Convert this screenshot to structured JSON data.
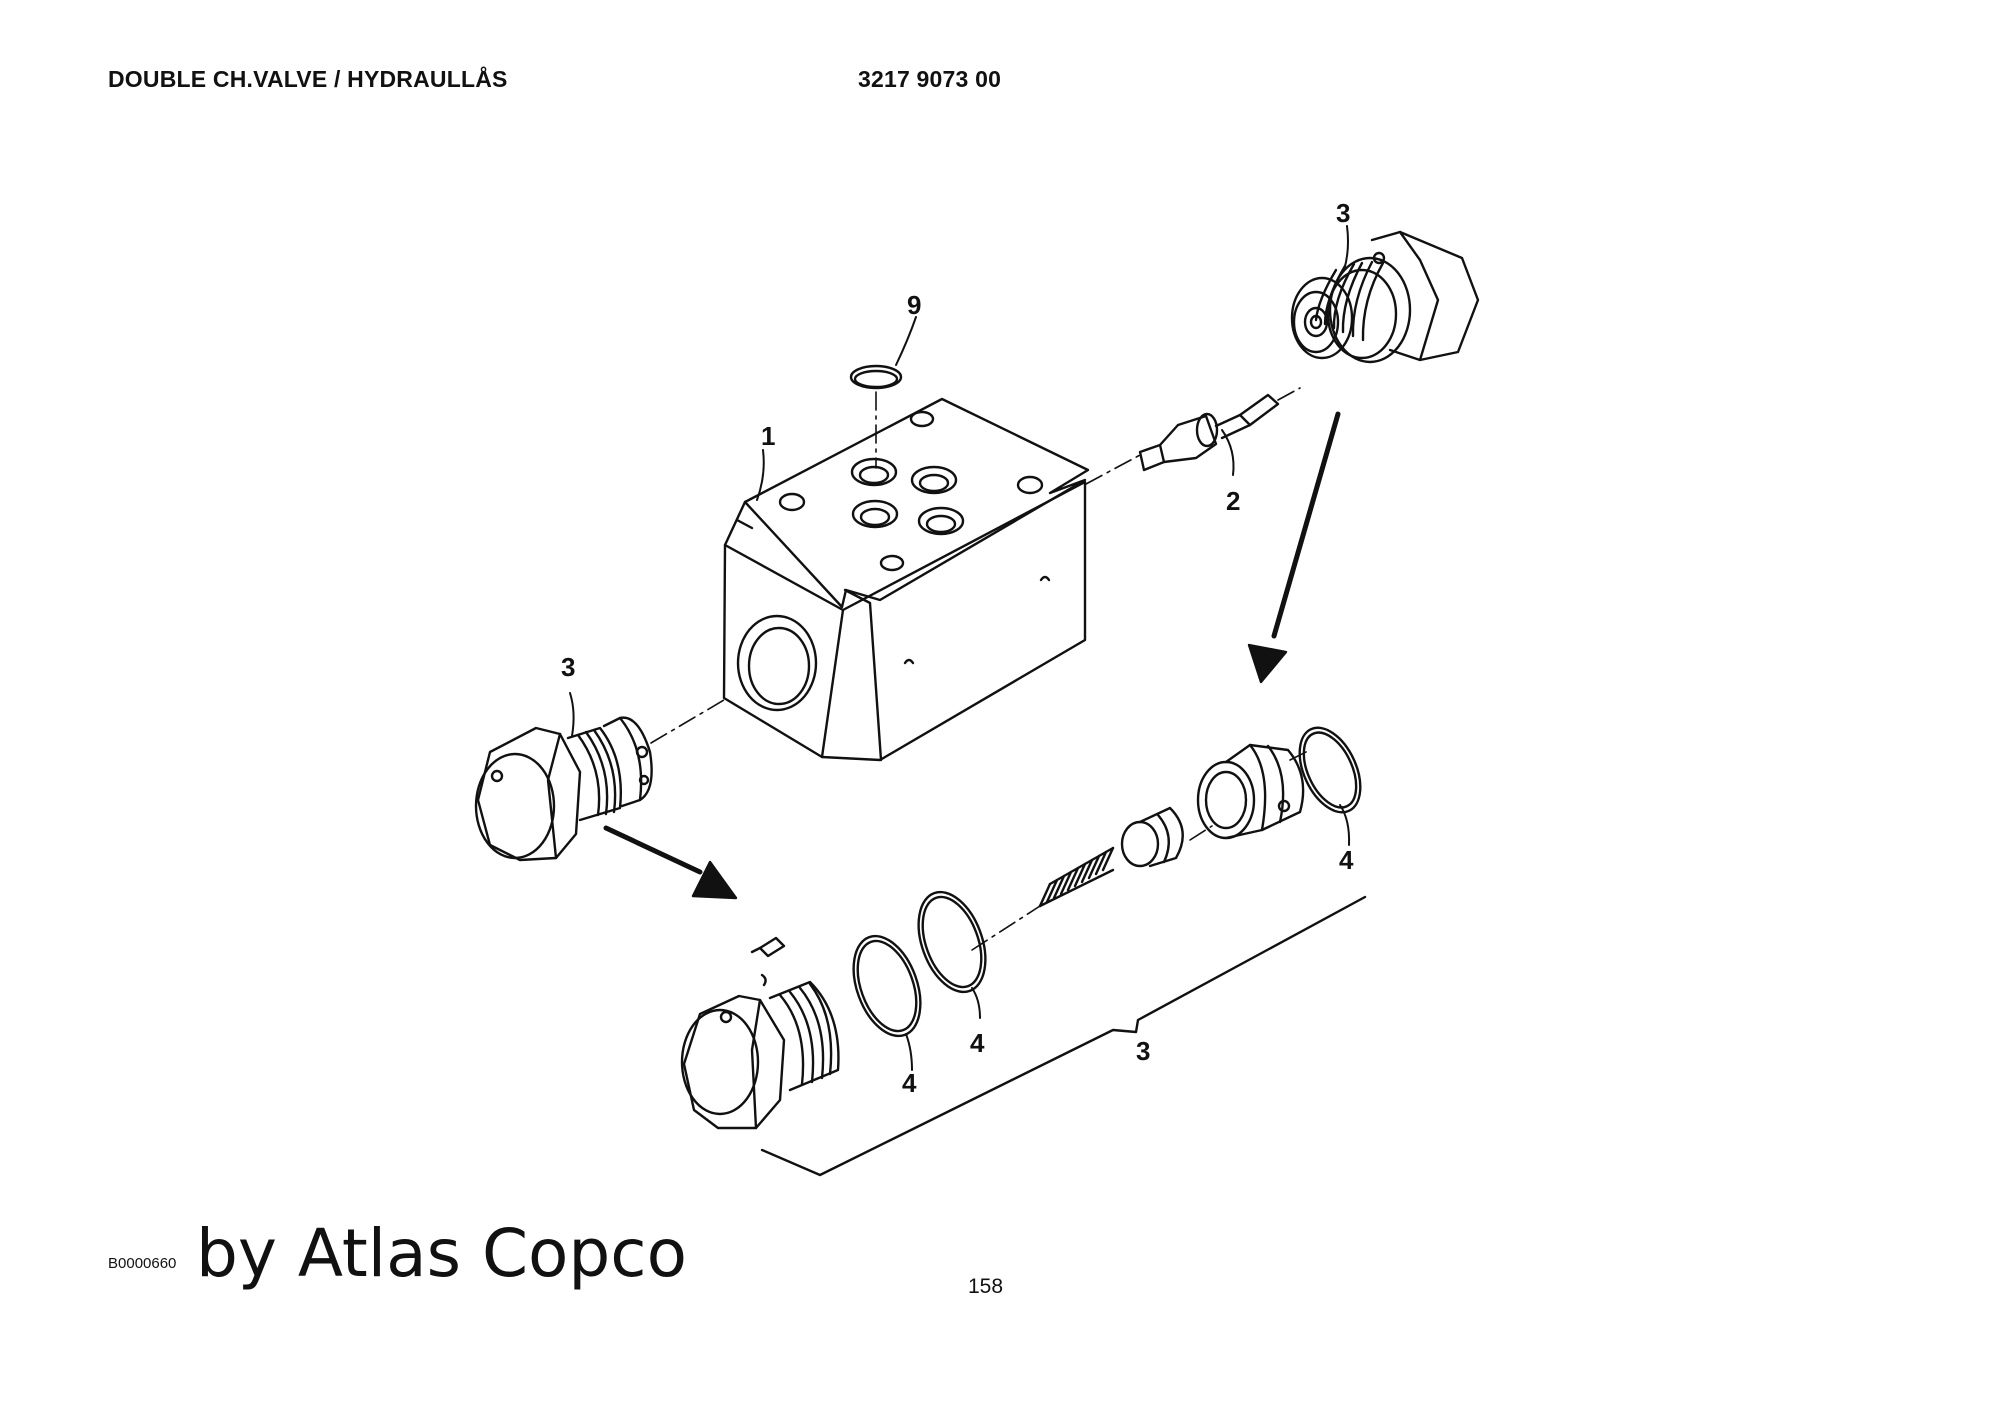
{
  "header": {
    "title": "DOUBLE CH.VALVE / HYDRAULLÅS",
    "part_number": "3217 9073 00"
  },
  "callouts": {
    "c1": "1",
    "c2": "2",
    "c3_top": "3",
    "c3_left": "3",
    "c3_bracket": "3",
    "c4_right": "4",
    "c4_mid": "4",
    "c4_left": "4",
    "c9": "9"
  },
  "footer": {
    "figure_code": "B0000660",
    "brand": "by Atlas Copco",
    "page_number": "158"
  },
  "colors": {
    "ink": "#111111",
    "paper": "#ffffff"
  }
}
